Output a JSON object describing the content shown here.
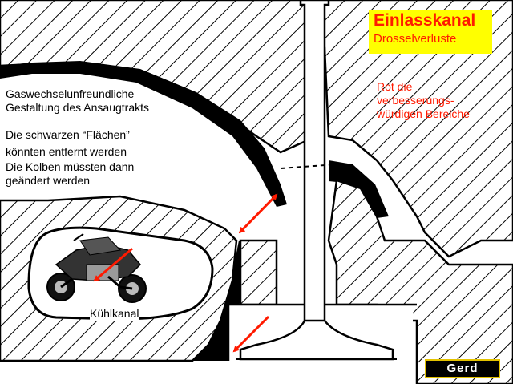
{
  "title": "Einlasskanal",
  "subtitle": "Drosselverluste",
  "left_text": [
    "Gaswechselunfreundliche",
    "Gestaltung des Ansaugtrakts",
    "",
    "Die schwarzen “Flächen”",
    "könnten entfernt werden",
    "Die Kolben müssten dann",
    "geändert werden"
  ],
  "right_text": [
    "Rot die",
    "verbesserungs-",
    "würdigen Bereiche"
  ],
  "cooling_label": "Kühlkanal",
  "logo_text": "Gerd",
  "colors": {
    "accent_red": "#ff1a00",
    "title_bg": "#ffff00",
    "ink": "#000000",
    "paper": "#ffffff"
  }
}
